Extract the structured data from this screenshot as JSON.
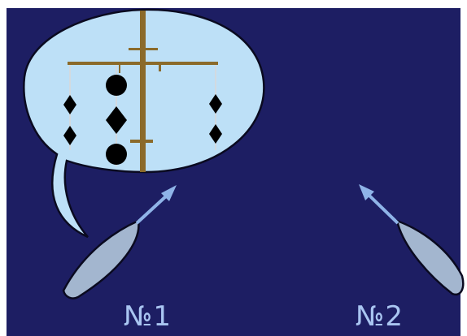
{
  "labels": {
    "vessel_1": "№1",
    "vessel_2": "№2"
  },
  "colors": {
    "background": "#1d1e63",
    "bubble_fill": "#bde0f7",
    "mast": "#8b6a2a",
    "signal_shapes": "#000000",
    "hull": "#a3b6cf",
    "arrow": "#8fb4e8",
    "label_text": "#a9c5f1"
  },
  "signal": {
    "center_hoist": [
      "ball",
      "diamond",
      "ball"
    ],
    "left_hoist": [
      "diamond",
      "diamond"
    ],
    "right_hoist": [
      "diamond",
      "diamond"
    ]
  }
}
